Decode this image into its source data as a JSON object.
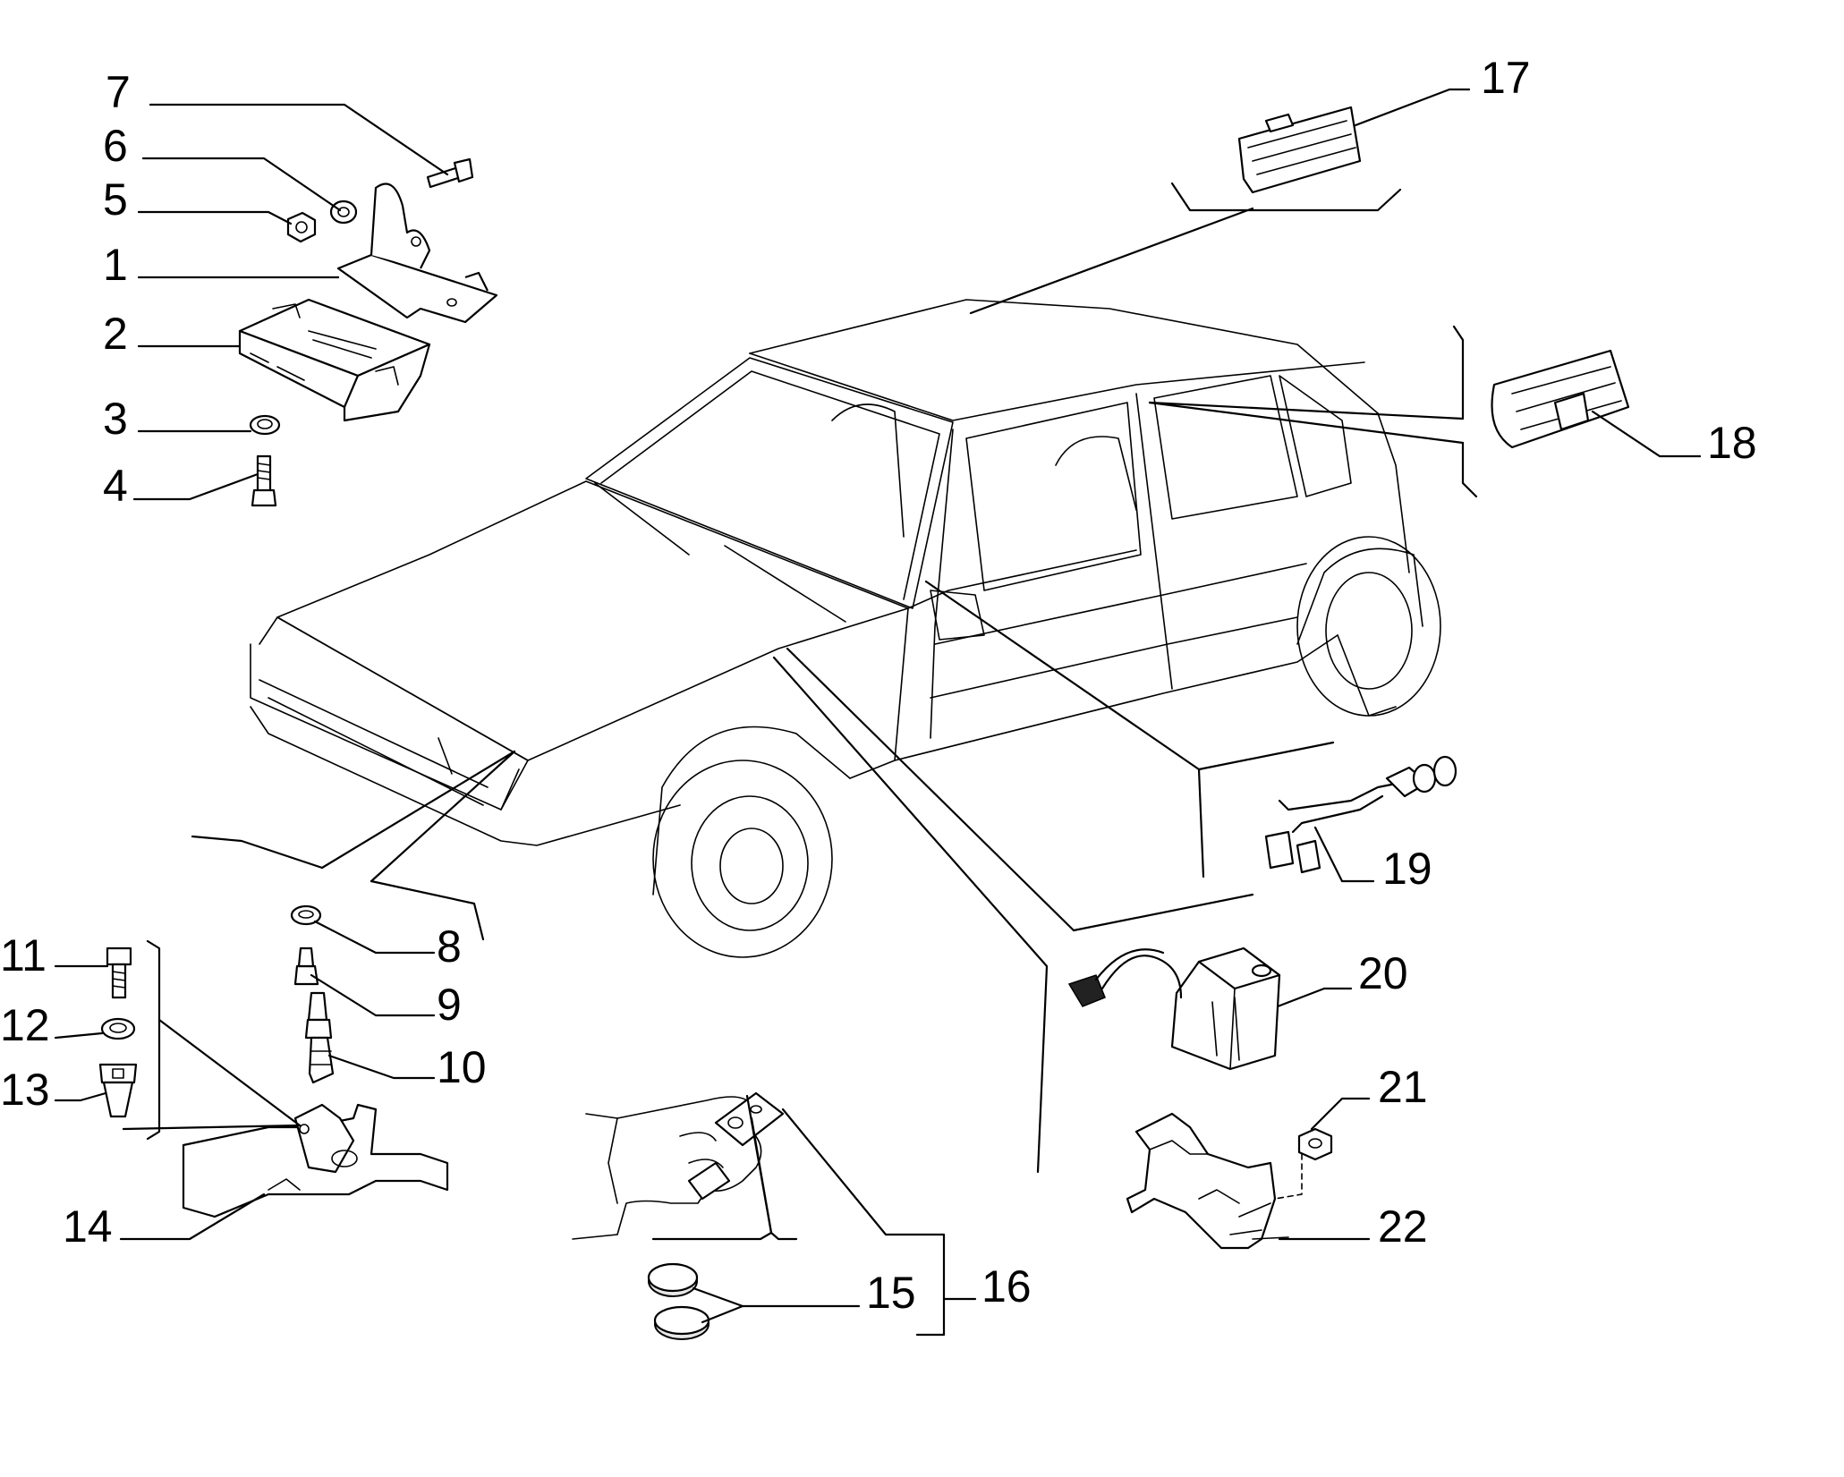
{
  "diagram": {
    "callouts": [
      {
        "id": "1",
        "text": "1",
        "part": "mounting-bracket"
      },
      {
        "id": "2",
        "text": "2",
        "part": "control-unit"
      },
      {
        "id": "3",
        "text": "3",
        "part": "washer"
      },
      {
        "id": "4",
        "text": "4",
        "part": "screw"
      },
      {
        "id": "5",
        "text": "5",
        "part": "nut"
      },
      {
        "id": "6",
        "text": "6",
        "part": "washer"
      },
      {
        "id": "7",
        "text": "7",
        "part": "bolt"
      },
      {
        "id": "8",
        "text": "8",
        "part": "seal-ring"
      },
      {
        "id": "9",
        "text": "9",
        "part": "cap"
      },
      {
        "id": "10",
        "text": "10",
        "part": "hood-switch"
      },
      {
        "id": "11",
        "text": "11",
        "part": "bolt"
      },
      {
        "id": "12",
        "text": "12",
        "part": "washer"
      },
      {
        "id": "13",
        "text": "13",
        "part": "clip-nut"
      },
      {
        "id": "14",
        "text": "14",
        "part": "switch-bracket"
      },
      {
        "id": "15",
        "text": "15",
        "part": "batteries"
      },
      {
        "id": "16",
        "text": "16",
        "part": "remote-control"
      },
      {
        "id": "17",
        "text": "17",
        "part": "roof-lamp"
      },
      {
        "id": "18",
        "text": "18",
        "part": "door-lamp"
      },
      {
        "id": "19",
        "text": "19",
        "part": "wiring-harness"
      },
      {
        "id": "20",
        "text": "20",
        "part": "siren"
      },
      {
        "id": "21",
        "text": "21",
        "part": "nut"
      },
      {
        "id": "22",
        "text": "22",
        "part": "siren-bracket"
      }
    ]
  }
}
